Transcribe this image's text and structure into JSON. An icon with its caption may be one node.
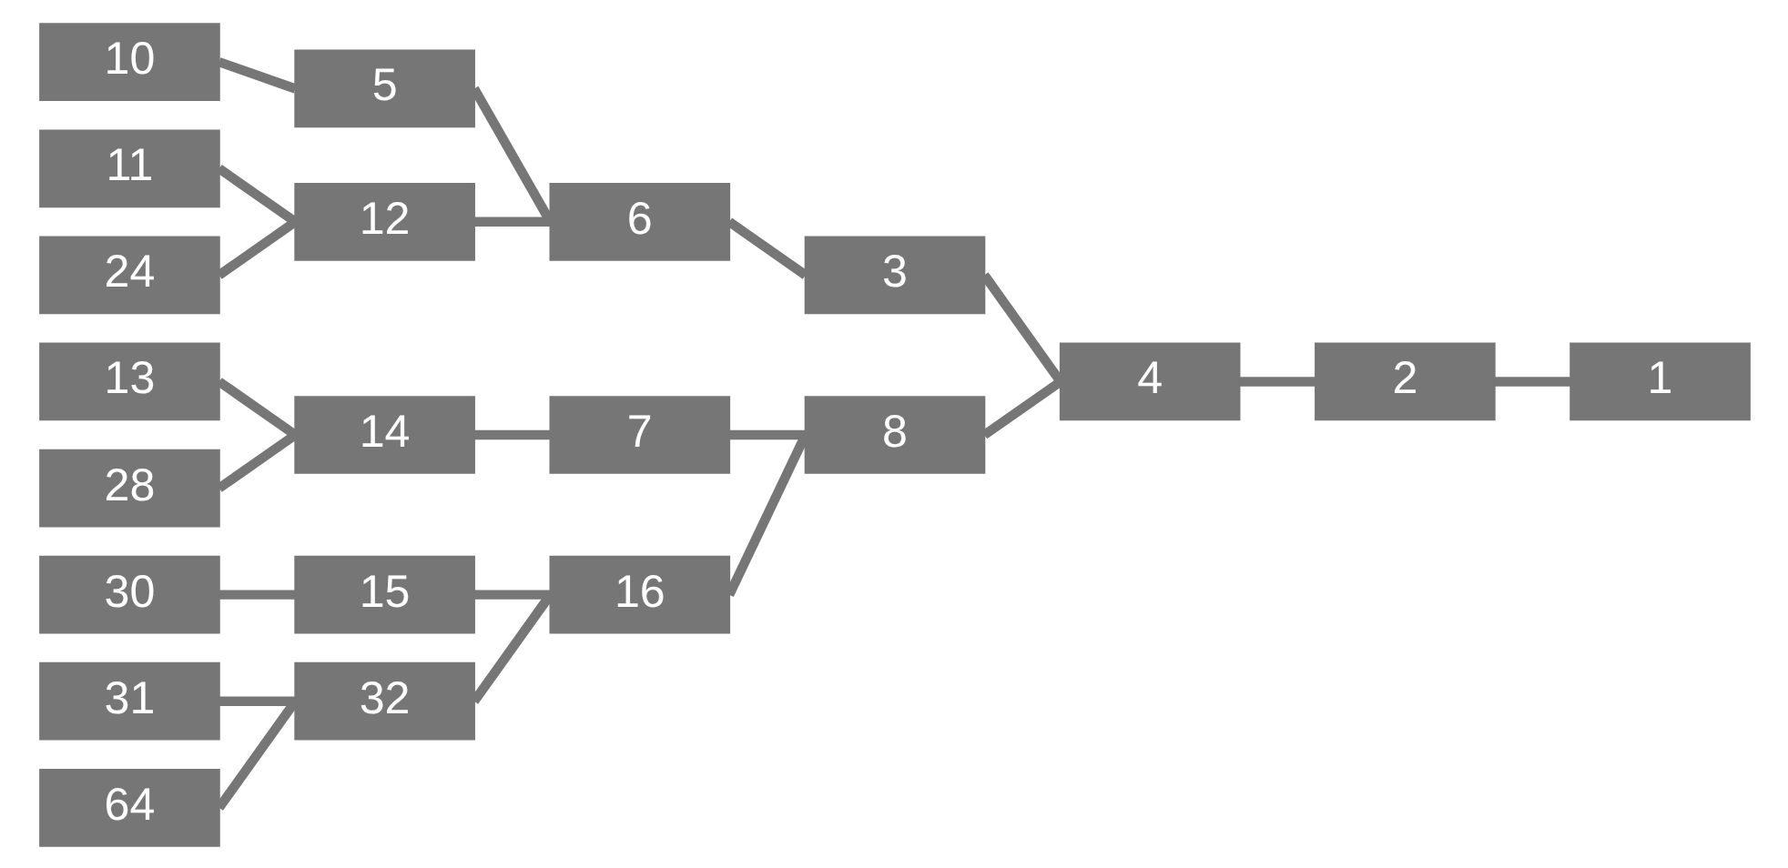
{
  "diagram": {
    "nodes": [
      {
        "text": [
          "10"
        ]
      },
      {
        "text": [
          "5"
        ]
      },
      {
        "text": [
          "6"
        ]
      },
      {
        "text": [
          "3"
        ]
      },
      {
        "text": [
          "11"
        ]
      },
      {
        "text": [
          "12"
        ]
      },
      {
        "text": [
          "24"
        ]
      },
      {
        "text": [
          "4"
        ]
      },
      {
        "text": [
          "2"
        ]
      },
      {
        "text": [
          "1"
        ]
      },
      {
        "text": [
          "13"
        ]
      },
      {
        "text": [
          "14"
        ]
      },
      {
        "text": [
          "7"
        ]
      },
      {
        "text": [
          "28"
        ]
      },
      {
        "text": [
          "8"
        ]
      },
      {
        "text": [
          "30"
        ]
      },
      {
        "text": [
          "15"
        ]
      },
      {
        "text": [
          "16"
        ]
      },
      {
        "text": [
          "31"
        ]
      },
      {
        "text": [
          "32"
        ]
      },
      {
        "text": [
          "64"
        ]
      }
    ],
    "edges": [
      {
        "from": 1,
        "to": 0,
        "arrow": "none"
      },
      {
        "from": 2,
        "to": 1,
        "arrow": "none"
      },
      {
        "from": 5,
        "to": 4,
        "arrow": "none"
      },
      {
        "from": 5,
        "to": 6,
        "arrow": "none"
      },
      {
        "from": 2,
        "to": 5,
        "arrow": "none"
      },
      {
        "from": 3,
        "to": 2,
        "arrow": "none"
      },
      {
        "from": 7,
        "to": 3,
        "arrow": "none"
      },
      {
        "from": 8,
        "to": 7,
        "arrow": "none"
      },
      {
        "from": 9,
        "to": 8,
        "arrow": "none"
      },
      {
        "from": 11,
        "to": 10,
        "arrow": "none"
      },
      {
        "from": 11,
        "to": 13,
        "arrow": "none"
      },
      {
        "from": 12,
        "to": 11,
        "arrow": "none"
      },
      {
        "from": 14,
        "to": 12,
        "arrow": "none"
      },
      {
        "from": 7,
        "to": 14,
        "arrow": "none"
      },
      {
        "from": 16,
        "to": 15,
        "arrow": "none"
      },
      {
        "from": 17,
        "to": 16,
        "arrow": "none"
      },
      {
        "from": 14,
        "to": 17,
        "arrow": "none"
      },
      {
        "from": 19,
        "to": 18,
        "arrow": "none"
      },
      {
        "from": 19,
        "to": 20,
        "arrow": "none"
      },
      {
        "from": 17,
        "to": 19,
        "arrow": "none"
      }
    ]
  }
}
